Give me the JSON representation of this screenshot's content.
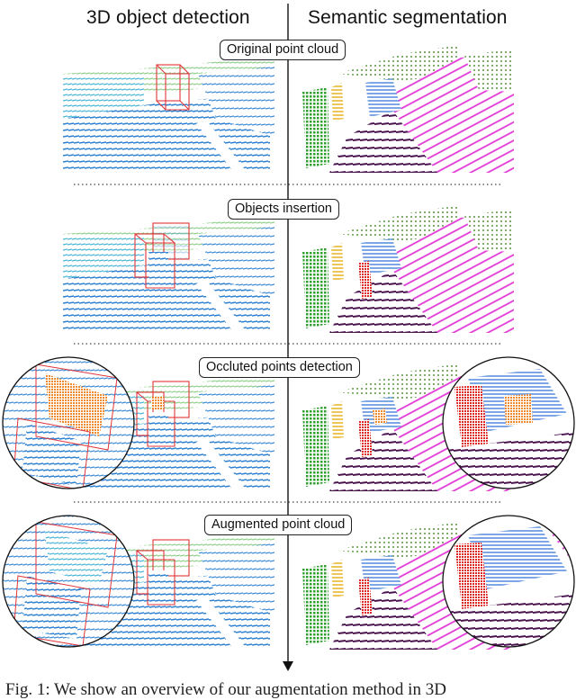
{
  "columns": {
    "left": "3D object detection",
    "right": "Semantic segmentation"
  },
  "stages": [
    "Original point cloud",
    "Objects insertion",
    "Occluted points detection",
    "Augmented point cloud"
  ],
  "caption": "Fig. 1: We show an overview of our augmentation method in 3D",
  "colors": {
    "lidar_blue": "#2a7fd0",
    "lidar_green": "#8fd08a",
    "box_red": "#e0353a",
    "occluded_orange": "#f08a2c",
    "vegetation_green": "#2fa02f",
    "road_magenta": "#e23ad6",
    "sidewalk_purple": "#4a1450",
    "car_blue": "#5b8fe0",
    "pedestrian_red": "#e02525",
    "pole_yellow": "#e8b21f"
  }
}
